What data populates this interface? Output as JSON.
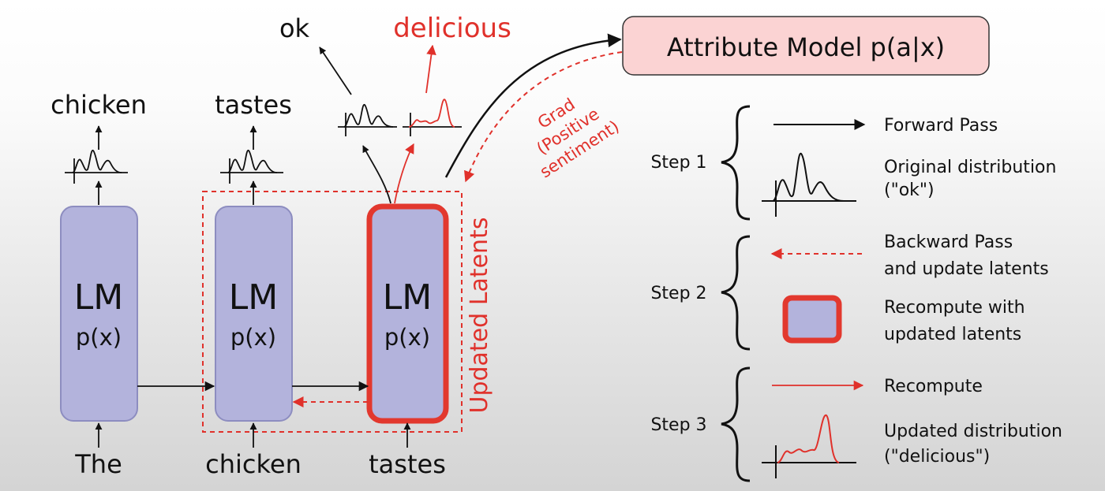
{
  "tokens_in": [
    "The",
    "chicken",
    "tastes"
  ],
  "tokens_out": [
    "chicken",
    "tastes"
  ],
  "model_label": "LM",
  "model_sub": "p(x)",
  "output_original": "ok",
  "output_updated": "delicious",
  "attribute_model": "Attribute Model p(a|x)",
  "grad_label": [
    "Grad",
    "(Positive",
    "sentiment)"
  ],
  "updated_latents": "Updated Latents",
  "legend": {
    "steps": [
      "Step 1",
      "Step 2",
      "Step 3"
    ],
    "forward_pass": "Forward Pass",
    "original_dist": [
      "Original distribution",
      "(\"ok\")"
    ],
    "backward_pass": [
      "Backward Pass",
      "and update latents"
    ],
    "recompute_with": [
      "Recompute with",
      "updated latents"
    ],
    "recompute": "Recompute",
    "updated_dist": [
      "Updated distribution",
      "(\"delicious\")"
    ]
  },
  "colors": {
    "accent_red": "#e0312b",
    "lm_fill": "#b3b3dc",
    "attr_fill": "#fbd3d3"
  }
}
